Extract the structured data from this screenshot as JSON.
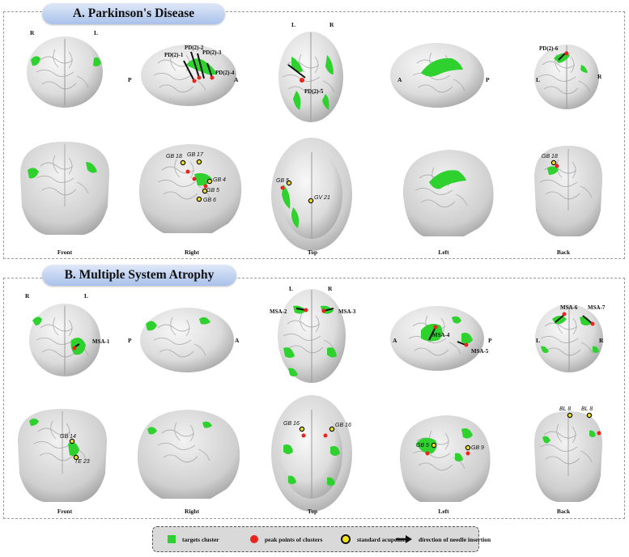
{
  "panels": {
    "pd": {
      "title": "A. Parkinson's Disease",
      "views": [
        "Front",
        "Right",
        "Top",
        "Left",
        "Back"
      ],
      "orientation": [
        "R",
        "L",
        "P",
        "A",
        "L",
        "R",
        "A",
        "P",
        "L",
        "R"
      ],
      "labels": [
        "PD(2)-1",
        "PD(2)-2",
        "PD(2)-3",
        "PD(2)-4",
        "PD(2)-5",
        "PD(2)-6"
      ],
      "acupoints": [
        "GB 18",
        "GB 17",
        "GB 4",
        "GB 5",
        "GB 6",
        "GB 5",
        "GV 21",
        "GB 18"
      ]
    },
    "msa": {
      "title": "B. Multiple System Atrophy",
      "views": [
        "Front",
        "Right",
        "Top",
        "Left",
        "Back"
      ],
      "orientation": [
        "R",
        "L",
        "P",
        "A",
        "L",
        "R",
        "A",
        "P",
        "L",
        "R"
      ],
      "labels": [
        "MSA-1",
        "MSA-2",
        "MSA-3",
        "MSA-4",
        "MSA-5",
        "MSA-6",
        "MSA-7"
      ],
      "acupoints": [
        "GB 14",
        "TE 23",
        "GB 16",
        "GB 16",
        "GB 5",
        "GB 9",
        "BL 8",
        "BL 8"
      ]
    }
  },
  "legend": {
    "targets": "targets cluster",
    "peaks": "peak points of clusters",
    "acupoints": "standard acupoints",
    "needle": "direction of needle insertion"
  },
  "colors": {
    "cluster": "#2ed12e",
    "peak": "#e8241c",
    "acupoint": "#f2e21a",
    "header": "#a9c1ea"
  }
}
